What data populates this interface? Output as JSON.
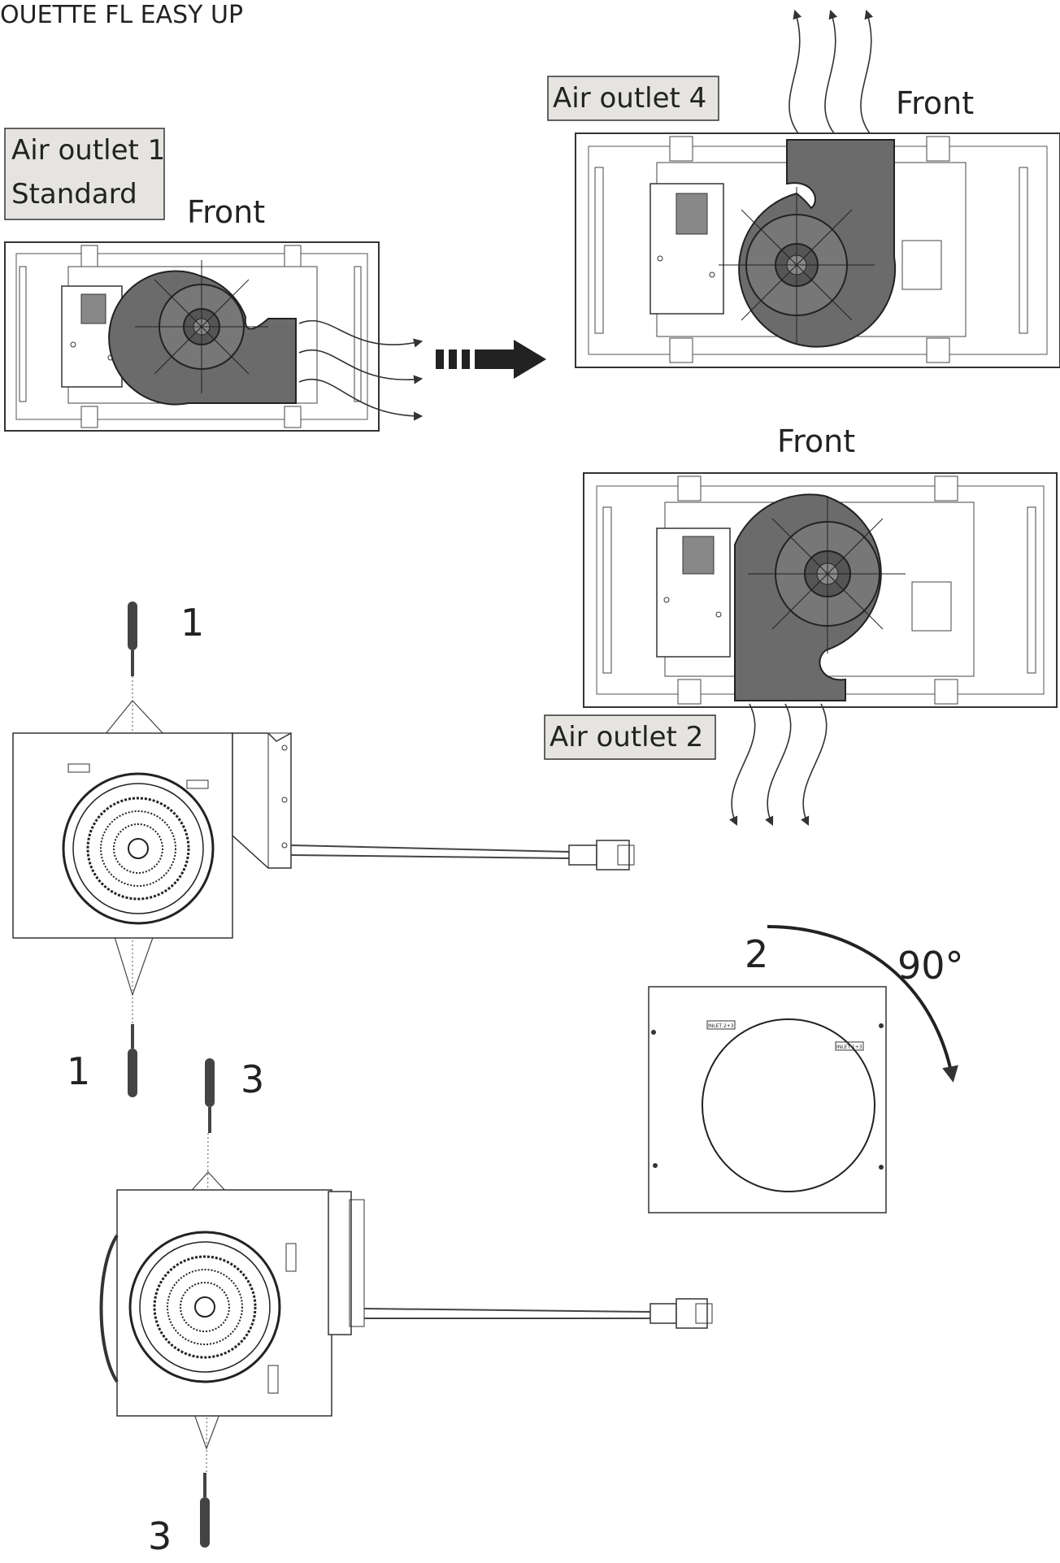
{
  "header": {
    "title": "OUETTE FL EASY UP"
  },
  "labels": {
    "front": "Front",
    "outlet1_line1": "Air outlet 1",
    "outlet1_line2": "Standard",
    "outlet4": "Air outlet 4",
    "outlet2": "Air outlet 2",
    "rotation": "90°"
  },
  "steps": {
    "s1": "1",
    "s2": "2",
    "s3": "3"
  },
  "panel_marks": {
    "inlet_top": "INLET 2+3",
    "inlet_side": "INLET 1+3"
  },
  "colors": {
    "line": "#333333",
    "blower_fill": "#6b6b6b",
    "label_box": "#e6e4e1"
  }
}
